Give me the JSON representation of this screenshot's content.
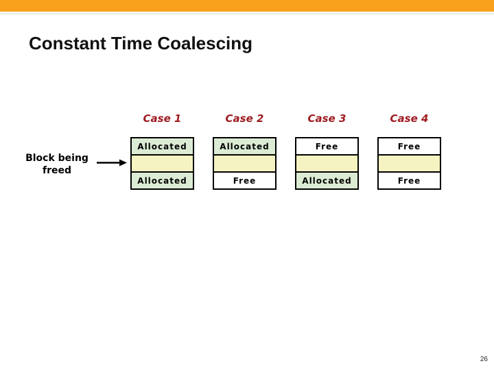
{
  "slide": {
    "title": "Constant Time Coalescing",
    "page_number": "26"
  },
  "freed_label": {
    "line1": "Block being",
    "line2": "freed"
  },
  "icons": {
    "arrow_right": "right-arrow pointing from freed-block label to Case 1 middle cell"
  },
  "colors": {
    "accent-orange": "#F9A11C",
    "case-red": "#9E1B20",
    "allocated-green": "#DCECD4",
    "freed-yellow": "#F5F3C2",
    "free-white": "#FFFFFF",
    "border-black": "#000000"
  },
  "cases": [
    {
      "name": "Case 1",
      "cells": [
        {
          "label": "Allocated",
          "state": "allocated"
        },
        {
          "label": "",
          "state": "freed"
        },
        {
          "label": "Allocated",
          "state": "allocated"
        }
      ]
    },
    {
      "name": "Case 2",
      "cells": [
        {
          "label": "Allocated",
          "state": "allocated"
        },
        {
          "label": "",
          "state": "freed"
        },
        {
          "label": "Free",
          "state": "free"
        }
      ]
    },
    {
      "name": "Case 3",
      "cells": [
        {
          "label": "Free",
          "state": "free"
        },
        {
          "label": "",
          "state": "freed"
        },
        {
          "label": "Allocated",
          "state": "allocated"
        }
      ]
    },
    {
      "name": "Case 4",
      "cells": [
        {
          "label": "Free",
          "state": "free"
        },
        {
          "label": "",
          "state": "freed"
        },
        {
          "label": "Free",
          "state": "free"
        }
      ]
    }
  ]
}
